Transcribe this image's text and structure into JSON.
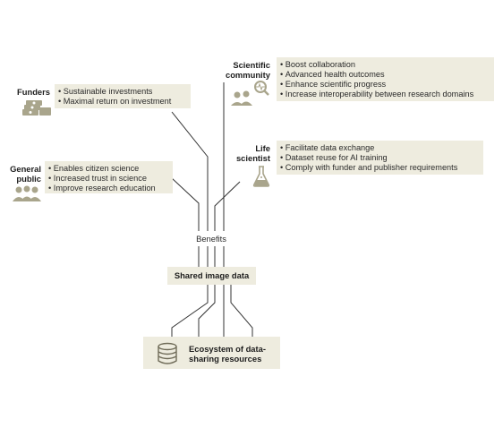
{
  "funders": {
    "label": "Funders",
    "icon": "money-stack-icon",
    "items": [
      "Sustainable investments",
      "Maximal return on investment"
    ]
  },
  "scientific_community": {
    "label_line1": "Scientific",
    "label_line2": "community",
    "icon": "people-magnifier-icon",
    "items": [
      "Boost collaboration",
      "Advanced health outcomes",
      "Enhance scientific progress",
      "Increase interoperability between research domains"
    ]
  },
  "general_public": {
    "label_line1": "General",
    "label_line2": "public",
    "icon": "people-group-icon",
    "items": [
      "Enables citizen science",
      "Increased trust in science",
      "Improve research education"
    ]
  },
  "life_scientist": {
    "label_line1": "Life",
    "label_line2": "scientist",
    "icon": "flask-icon",
    "items": [
      "Facilitate data exchange",
      "Dataset reuse for AI training",
      "Comply with funder and publisher requirements"
    ]
  },
  "benefits_label": "Benefits",
  "shared_data_label": "Shared image data",
  "ecosystem": {
    "label_line1": "Ecosystem of data-",
    "label_line2": "sharing resources",
    "icon": "database-icon"
  },
  "colors": {
    "box_fill": "#eeecdf",
    "line": "#333333",
    "icon": "#a9a58c"
  }
}
